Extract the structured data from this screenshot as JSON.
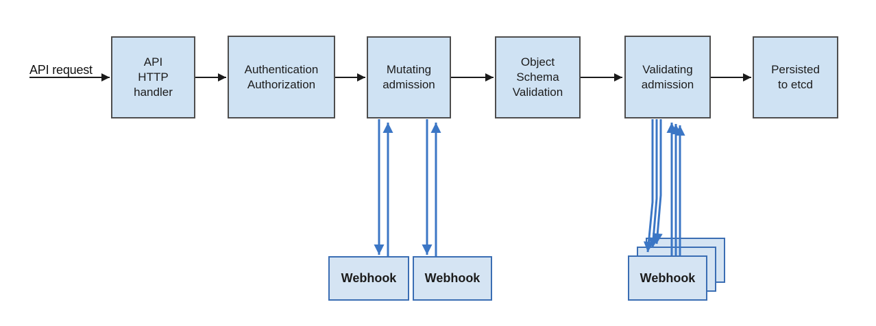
{
  "labels": {
    "api_request": "API request"
  },
  "stages": [
    {
      "id": "api-http-handler",
      "lines": [
        "API",
        "HTTP",
        "handler"
      ]
    },
    {
      "id": "authn-authz",
      "lines": [
        "Authentication",
        "Authorization"
      ]
    },
    {
      "id": "mutating-admission",
      "lines": [
        "Mutating",
        "admission"
      ]
    },
    {
      "id": "object-schema-validation",
      "lines": [
        "Object",
        "Schema",
        "Validation"
      ]
    },
    {
      "id": "validating-admission",
      "lines": [
        "Validating",
        "admission"
      ]
    },
    {
      "id": "persisted-to-etcd",
      "lines": [
        "Persisted",
        "to etcd"
      ]
    }
  ],
  "webhooks": {
    "mutating": [
      {
        "label": "Webhook"
      },
      {
        "label": "Webhook"
      }
    ],
    "validating": {
      "label": "Webhook",
      "stack_count": 3
    }
  },
  "colors": {
    "box-fill": "#cfe2f3",
    "box-border": "#4d4d4d",
    "webhook-fill": "#d5e4f3",
    "webhook-border": "#3a6db3",
    "arrow-blue": "#3b76c5",
    "arrow-black": "#1a1a1a"
  }
}
